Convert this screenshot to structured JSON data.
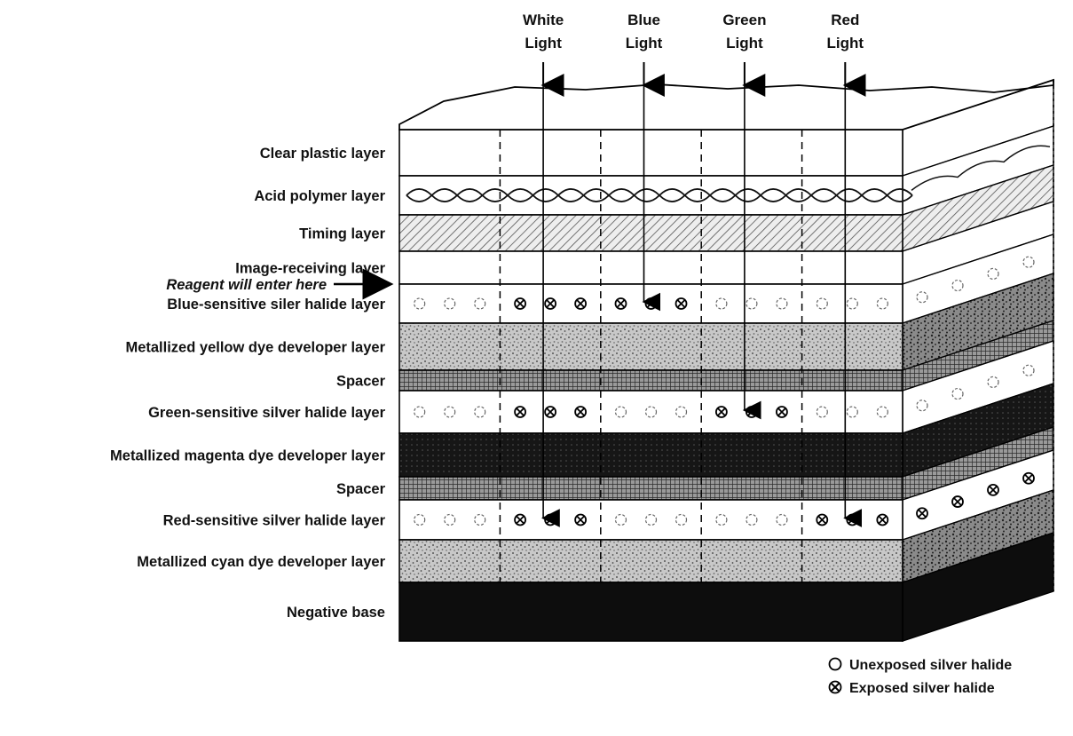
{
  "lights": [
    {
      "line1": "White",
      "line2": "Light",
      "exposes": [
        "blue",
        "green",
        "red"
      ]
    },
    {
      "line1": "Blue",
      "line2": "Light",
      "exposes": [
        "blue"
      ]
    },
    {
      "line1": "Green",
      "line2": "Light",
      "exposes": [
        "green"
      ]
    },
    {
      "line1": "Red",
      "line2": "Light",
      "exposes": [
        "red"
      ]
    }
  ],
  "layers": [
    {
      "id": "clear",
      "label": "Clear plastic layer",
      "pattern": "none"
    },
    {
      "id": "acid",
      "label": "Acid polymer layer",
      "pattern": "waves"
    },
    {
      "id": "timing",
      "label": "Timing layer",
      "pattern": "hatch"
    },
    {
      "id": "receiving",
      "label": "Image-receiving layer",
      "pattern": "none"
    },
    {
      "id": "blue-halide",
      "label": "Blue-sensitive siler halide layer",
      "pattern": "halide",
      "sensitive_to": "blue"
    },
    {
      "id": "yellow-dye",
      "label": "Metallized yellow dye developer layer",
      "pattern": "stipple-light"
    },
    {
      "id": "spacer-1",
      "label": "Spacer",
      "pattern": "crosshatch"
    },
    {
      "id": "green-halide",
      "label": "Green-sensitive silver halide layer",
      "pattern": "halide",
      "sensitive_to": "green"
    },
    {
      "id": "magenta-dye",
      "label": "Metallized magenta dye developer layer",
      "pattern": "solid-dark"
    },
    {
      "id": "spacer-2",
      "label": "Spacer",
      "pattern": "crosshatch"
    },
    {
      "id": "red-halide",
      "label": "Red-sensitive silver halide layer",
      "pattern": "halide",
      "sensitive_to": "red"
    },
    {
      "id": "cyan-dye",
      "label": "Metallized cyan dye developer layer",
      "pattern": "stipple-light"
    },
    {
      "id": "negative-base",
      "label": "Negative base",
      "pattern": "solid-black"
    }
  ],
  "reagent": {
    "label": "Reagent will enter here",
    "between": [
      "receiving",
      "blue-halide"
    ]
  },
  "legend": [
    {
      "symbol": "unexposed",
      "label": "Unexposed silver halide"
    },
    {
      "symbol": "exposed",
      "label": "Exposed silver halide"
    }
  ]
}
